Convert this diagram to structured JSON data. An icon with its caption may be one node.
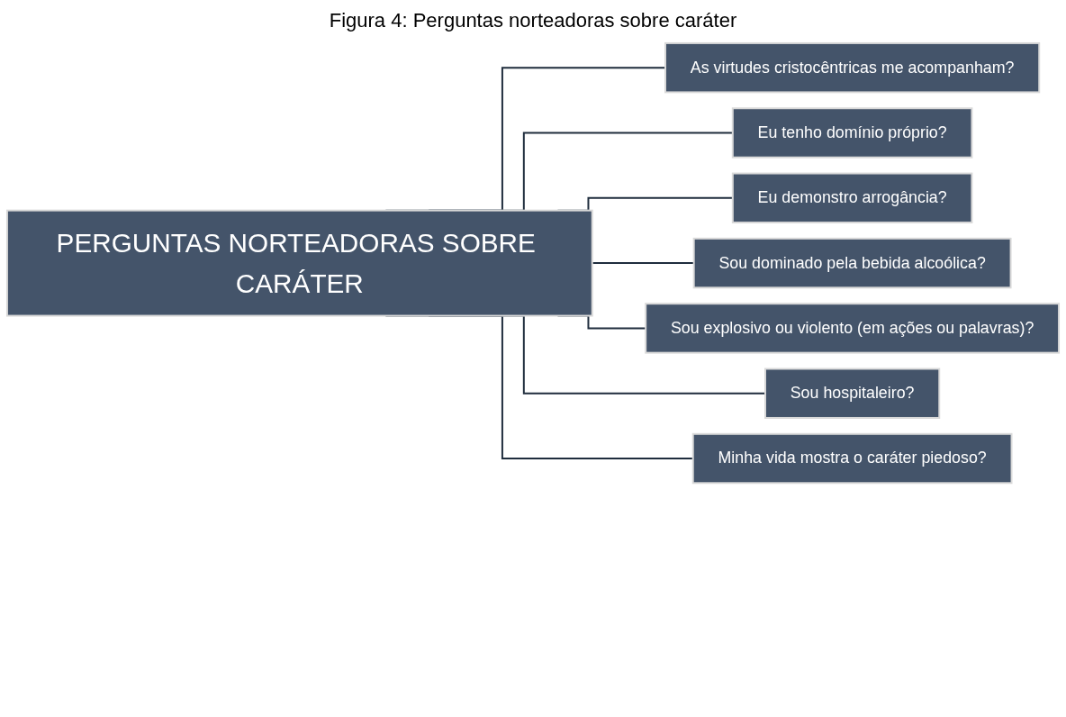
{
  "diagram": {
    "title": "Figura 4: Perguntas norteadoras sobre caráter",
    "nodes": [
      {
        "text": [
          "PERGUNTAS NORTEADORAS SOBRE CARÁTER"
        ]
      },
      {
        "text": [
          "As virtudes cristocêntricas me acompanham?"
        ]
      },
      {
        "text": [
          "Eu tenho domínio próprio?"
        ]
      },
      {
        "text": [
          "Eu demonstro arrogância?"
        ]
      },
      {
        "text": [
          "Sou dominado pela bebida alcoólica?"
        ]
      },
      {
        "text": [
          "Sou explosivo ou violento (em ações ou palavras)?"
        ]
      },
      {
        "text": [
          "Sou hospitaleiro?"
        ]
      },
      {
        "text": [
          "Minha vida mostra o caráter piedoso?"
        ]
      }
    ],
    "edges": [
      {
        "from": 0,
        "to": 1,
        "arrow": "none"
      },
      {
        "from": 0,
        "to": 2,
        "arrow": "none"
      },
      {
        "from": 0,
        "to": 3,
        "arrow": "none"
      },
      {
        "from": 0,
        "to": 4,
        "arrow": "none"
      },
      {
        "from": 0,
        "to": 5,
        "arrow": "none"
      },
      {
        "from": 0,
        "to": 6,
        "arrow": "none"
      },
      {
        "from": 0,
        "to": 7,
        "arrow": "none"
      }
    ]
  }
}
